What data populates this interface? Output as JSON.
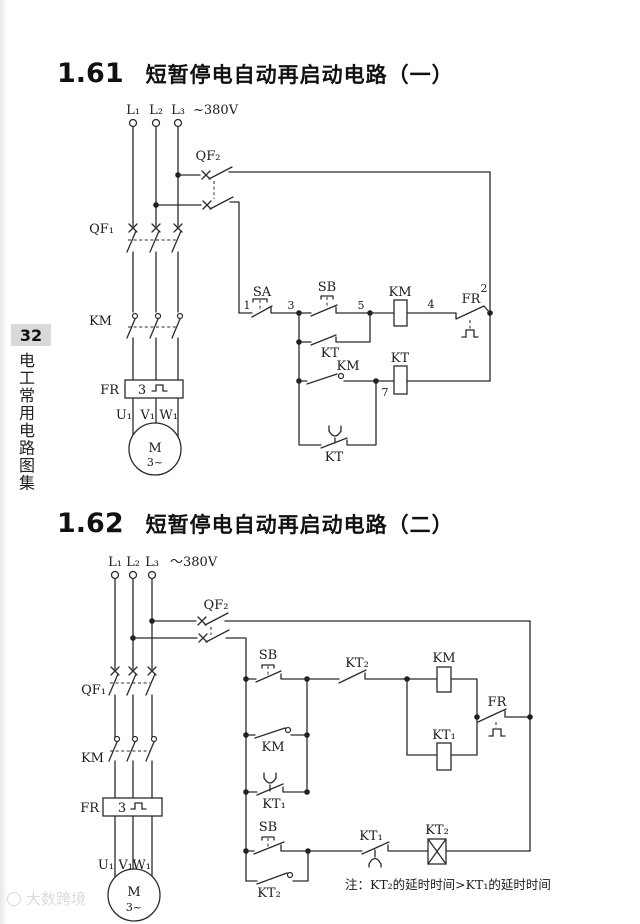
{
  "page": {
    "number": "32",
    "spine_title": "电工常用电路图集",
    "watermark": "大数跨境"
  },
  "sections": [
    {
      "num": "1.61",
      "title": "短暂停电自动再启动电路（一）"
    },
    {
      "num": "1.62",
      "title": "短暂停电自动再启动电路（二）"
    }
  ],
  "c1": {
    "l1": "L₁",
    "l2": "L₂",
    "l3": "L₃",
    "voltage": "~380V",
    "qf1": "QF₁",
    "qf2": "QF₂",
    "km": "KM",
    "fr": "FR",
    "fr_setting": "3",
    "u1": "U₁",
    "v1": "V₁",
    "w1": "W₁",
    "motor": "M",
    "motor_phase": "3~",
    "sa": "SA",
    "sb": "SB",
    "kt": "KT",
    "n1": "1",
    "n2": "2",
    "n3": "3",
    "n4": "4",
    "n5": "5",
    "n7": "7"
  },
  "c2": {
    "l1": "L₁",
    "l2": "L₂",
    "l3": "L₃",
    "voltage": "～380V",
    "qf1": "QF₁",
    "qf2": "QF₂",
    "km": "KM",
    "fr": "FR",
    "fr_setting": "3",
    "u1": "U₁",
    "v1": "V₁",
    "w1": "W₁",
    "motor": "M",
    "motor_phase": "3~",
    "sb": "SB",
    "kt1": "KT₁",
    "kt2": "KT₂",
    "note": "注：KT₂的延时时间>KT₁的延时时间"
  }
}
